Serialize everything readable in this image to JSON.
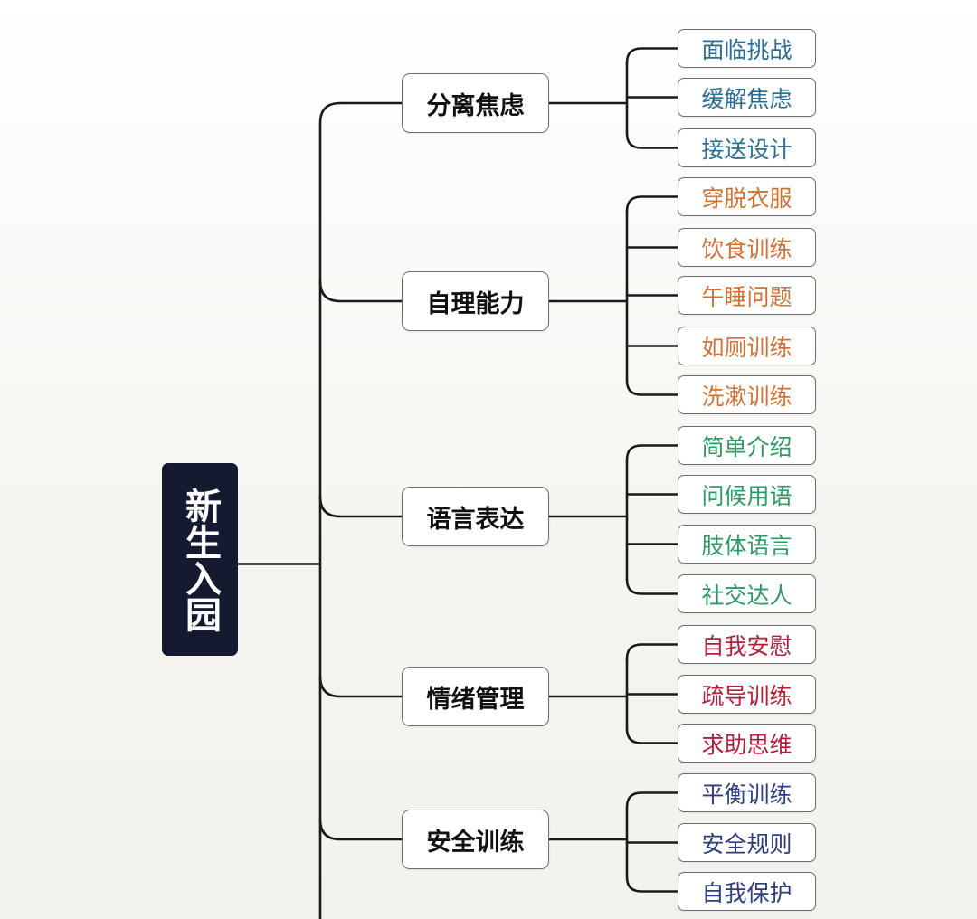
{
  "root": {
    "label": "新生入园",
    "color": "#141b30"
  },
  "branches": [
    {
      "label": "分离焦虑",
      "color": "#2a6f8f",
      "items": [
        "面临挑战",
        "缓解焦虑",
        "接送设计"
      ]
    },
    {
      "label": "自理能力",
      "color": "#cc7438",
      "items": [
        "穿脱衣服",
        "饮食训练",
        "午睡问题",
        "如厕训练",
        "洗漱训练"
      ]
    },
    {
      "label": "语言表达",
      "color": "#2e9a63",
      "items": [
        "简单介绍",
        "问候用语",
        "肢体语言",
        "社交达人"
      ]
    },
    {
      "label": "情绪管理",
      "color": "#b3203c",
      "items": [
        "自我安慰",
        "疏导训练",
        "求助思维"
      ]
    },
    {
      "label": "安全训练",
      "color": "#2d3e7a",
      "items": [
        "平衡训练",
        "安全规则",
        "自我保护"
      ]
    }
  ]
}
